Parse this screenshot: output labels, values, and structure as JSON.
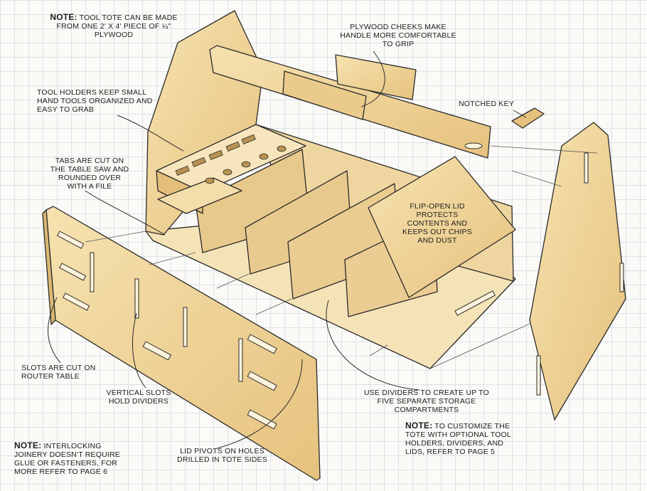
{
  "notes": {
    "note_word": "NOTE:",
    "top_text": "TOOL TOTE CAN BE MADE FROM ONE 2' x 4' PIECE OF ¼\" PLYWOOD",
    "bottom_left_text": "INTERLOCKING JOINERY DOESN'T REQUIRE GLUE OR FASTENERS, FOR MORE REFER TO PAGE 6",
    "bottom_right_text": "TO CUSTOMIZE THE TOTE WITH OPTIONAL TOOL HOLDERS, DIVIDERS, AND LIDS, REFER TO PAGE 5"
  },
  "callouts": {
    "plywood_cheeks": "PLYWOOD CHEEKS MAKE HANDLE MORE COMFORTABLE TO GRIP",
    "tool_holders": "TOOL HOLDERS KEEP SMALL HAND TOOLS ORGANIZED AND EASY TO GRAB",
    "notched_key": "NOTCHED KEY",
    "tabs": "TABS ARE CUT ON THE TABLE SAW AND ROUNDED OVER WITH A FILE",
    "flip_lid": "FLIP-OPEN LID PROTECTS CONTENTS AND KEEPS OUT CHIPS AND DUST",
    "slots_router": "SLOTS ARE CUT ON ROUTER TABLE",
    "vertical_slots": "VERTICAL SLOTS HOLD DIVIDERS",
    "dividers": "USE DIVIDERS TO CREATE UP TO FIVE SEPARATE STORAGE COMPARTMENTS",
    "lid_pivots": "LID PIVOTS ON HOLES DRILLED IN TOTE SIDES"
  },
  "colors": {
    "plywood": "#f0d79c",
    "plywood_shade": "#dcb873",
    "edge": "#e8c888",
    "ink": "#2a2a2a",
    "grid": "#d8e2ec"
  }
}
